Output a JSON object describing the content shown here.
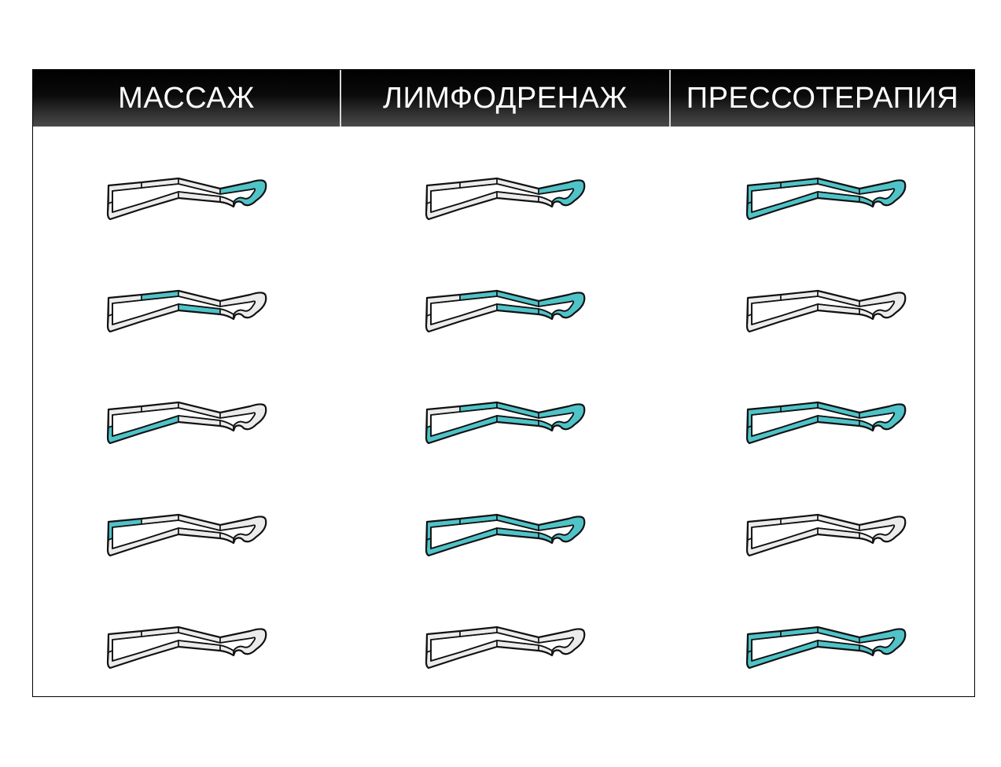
{
  "header": {
    "tabs": [
      {
        "label": "МАССАЖ"
      },
      {
        "label": "ЛИМФОДРЕНАЖ"
      },
      {
        "label": "ПРЕССОТЕРАПИЯ"
      }
    ]
  },
  "colors": {
    "active": "#4fc3c8",
    "inactive": "#ebebeb",
    "stroke": "#111111"
  },
  "zone_order": [
    "thigh-upper",
    "thigh-lower",
    "calf",
    "ankle",
    "foot"
  ],
  "columns": [
    {
      "mode": "massage",
      "rows": [
        [
          "foot"
        ],
        [
          "calf"
        ],
        [
          "thigh-lower"
        ],
        [
          "thigh-upper"
        ],
        []
      ]
    },
    {
      "mode": "lymphodrainage",
      "rows": [
        [
          "foot"
        ],
        [
          "calf",
          "ankle",
          "foot"
        ],
        [
          "thigh-lower",
          "calf",
          "ankle",
          "foot"
        ],
        [
          "thigh-upper",
          "thigh-lower",
          "calf",
          "ankle",
          "foot"
        ],
        []
      ]
    },
    {
      "mode": "pressotherapy",
      "rows": [
        [
          "thigh-upper",
          "thigh-lower",
          "calf",
          "ankle",
          "foot"
        ],
        [],
        [
          "thigh-upper",
          "thigh-lower",
          "calf",
          "ankle",
          "foot"
        ],
        [],
        [
          "thigh-upper",
          "thigh-lower",
          "calf",
          "ankle",
          "foot"
        ]
      ]
    }
  ]
}
